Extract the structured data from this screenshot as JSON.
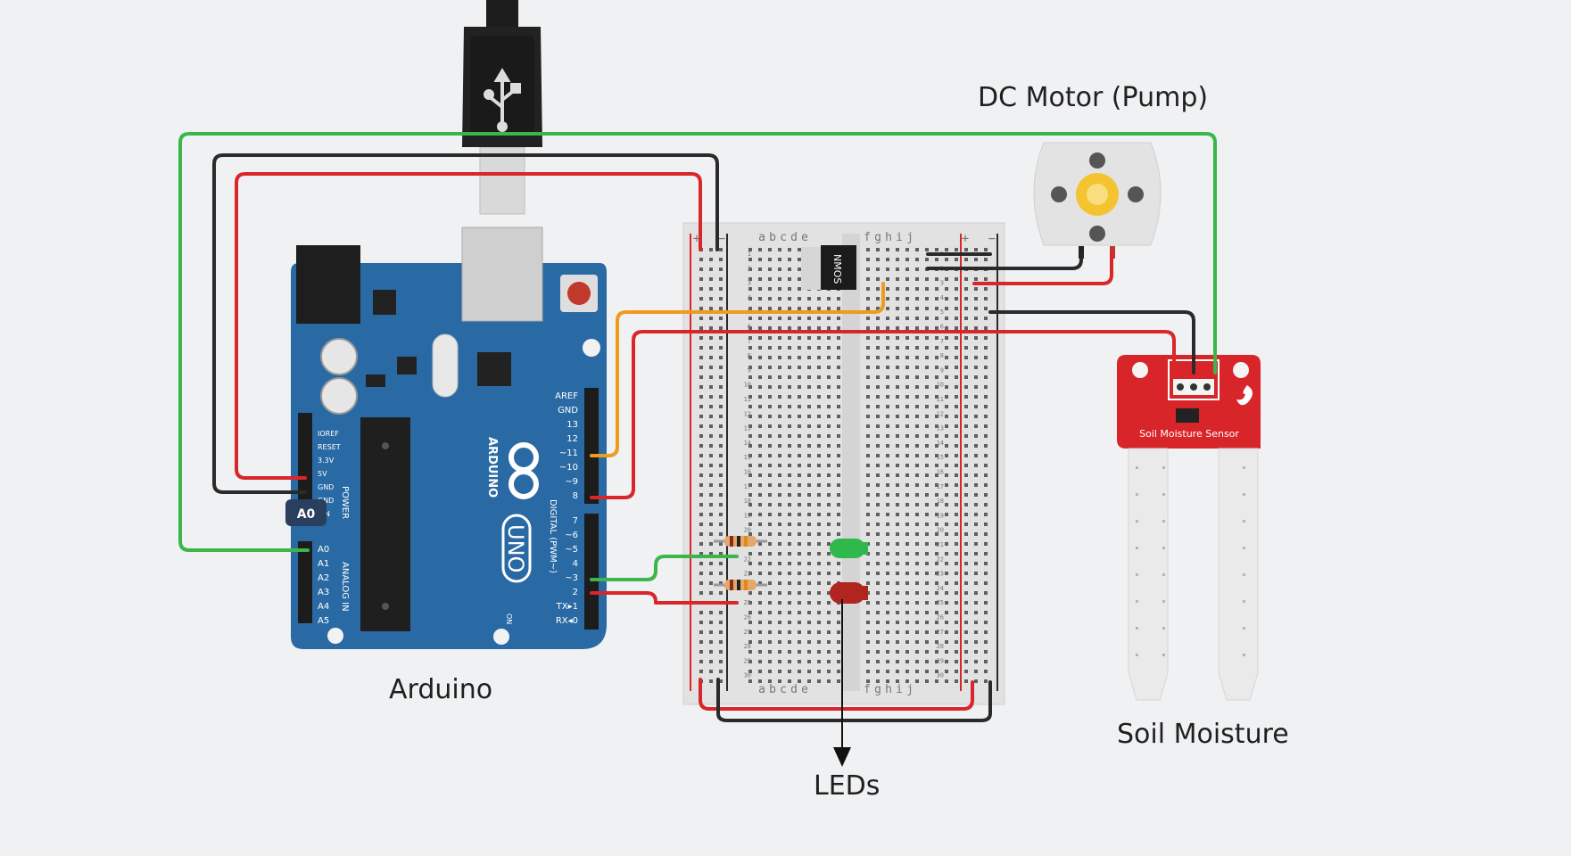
{
  "labels": {
    "motor": "DC Motor (Pump)",
    "arduino": "Arduino",
    "leds": "LEDs",
    "soil": "Soil Moisture"
  },
  "arduino": {
    "brand": "ARDUINO",
    "model": "UNO",
    "power_header": "POWER",
    "analog_header": "ANALOG IN",
    "digital_header": "DIGITAL (PWM~)",
    "on_label": "ON",
    "power_pins": [
      "IOREF",
      "RESET",
      "3.3V",
      "5V",
      "GND",
      "GND",
      "VIN"
    ],
    "analog_pins": [
      "A0",
      "A1",
      "A2",
      "A3",
      "A4",
      "A5"
    ],
    "digital_pins_top": [
      "AREF",
      "GND",
      "13",
      "12",
      "~11",
      "~10",
      "~9",
      "8"
    ],
    "digital_pins_bottom": [
      "7",
      "~6",
      "~5",
      "4",
      "~3",
      "2",
      "TX▸1",
      "RX◂0"
    ],
    "tooltip": "A0"
  },
  "breadboard": {
    "columns_left": [
      "a",
      "b",
      "c",
      "d",
      "e"
    ],
    "columns_right": [
      "f",
      "g",
      "h",
      "i",
      "j"
    ],
    "rail_plus": "+",
    "rail_minus": "−",
    "rows": 30
  },
  "chip": {
    "label": "NMOS"
  },
  "sensor": {
    "silkscreen": "Soil Moisture Sensor"
  },
  "colors": {
    "wire_green": "#3cb54a",
    "wire_black": "#2a2a2a",
    "wire_red": "#d8262b",
    "wire_orange": "#f09a1e",
    "board_blue": "#2a6aa4",
    "sensor_red": "#d8252a",
    "led_green": "#2fb84b",
    "led_red": "#b0251f"
  }
}
